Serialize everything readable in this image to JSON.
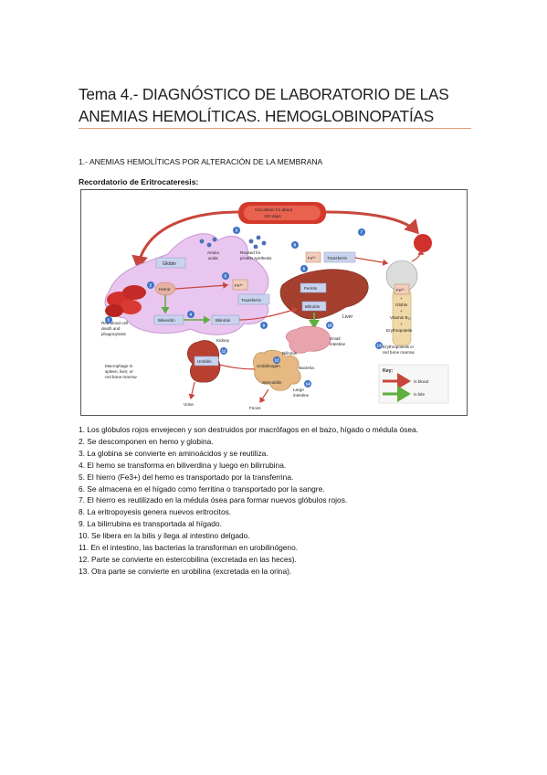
{
  "document": {
    "title": "Tema 4.- DIAGNÓSTICO DE LABORATORIO DE LAS ANEMIAS HEMOLÍTICAS. HEMOGLOBINOPATÍAS",
    "section_heading": "1.- ANEMIAS HEMOLÍTICAS POR ALTERACIÓN DE LA MEMBRANA",
    "subheading": "Recordatorio de Eritrocateresis:"
  },
  "figure": {
    "circulation": "Circulation for about",
    "days": "120 days",
    "globin": "Globin",
    "amino_acids_1": "Amino",
    "amino_acids_2": "acids",
    "reused_1": "Reused for",
    "reused_2": "protein synthesis",
    "heme": "Heme",
    "fe_1": "Fe³⁺",
    "fe_2": "Fe³⁺",
    "fe_3": "Fe³⁺",
    "transferrin_1": "Transferrin",
    "transferrin_2": "Transferrin",
    "ferritin": "Ferritin",
    "biliverdin": "Biliverdin",
    "bilirubin_1": "Bilirubin",
    "bilirubin_2": "Bilirubin",
    "bilirubin_3": "Bilirubin",
    "liver": "Liver",
    "rbc_1": "Red blood cell",
    "rbc_2": "death and",
    "rbc_3": "phagocytosis",
    "small_intestine_1": "Small",
    "small_intestine_2": "intestine",
    "kidney": "Kidney",
    "urobilin": "Urobilin",
    "urobilinogen": "Urobilinogen",
    "bacteria": "Bacteria",
    "stercobilin": "Stercobilin",
    "macrophage_1": "Macrophage in",
    "macrophage_2": "spleen, liver, or",
    "macrophage_3": "red bone marrow",
    "large_intestine_1": "Large",
    "large_intestine_2": "intestine",
    "urine": "Urine",
    "feces": "Feces",
    "globin_right": "Globin",
    "vitamin": "Vitamin B₁₂",
    "erythropoietin": "Erythropoietin",
    "plus_1": "+",
    "plus_2": "+",
    "plus_3": "+",
    "erythropoiesis_1": "Erythropoiesis in",
    "erythropoiesis_2": "red bone marrow",
    "key_title": "Key:",
    "key_blood": "in blood",
    "key_bile": "in bile",
    "steps": [
      "1",
      "2",
      "3",
      "4",
      "5",
      "6",
      "7",
      "8",
      "9",
      "10",
      "11",
      "12",
      "13",
      "14"
    ],
    "colors": {
      "arrow_blood": "#c8463c",
      "arrow_bile": "#5fae3e",
      "label_box": "#c9d3ee",
      "step_circle": "#3f73c6"
    }
  },
  "list": [
    "1. Los glóbulos rojos envejecen y son destruidos por macrófagos en el bazo, hígado o médula ósea.",
    "2. Se descomponen en hemo y globina.",
    "3. La globina se convierte en aminoácidos y se reutiliza.",
    "4. El hemo se transforma en biliverdina y luego en bilirrubina.",
    "5. El hierro (Fe3+) del hemo es transportado por la transferrina.",
    "6. Se almacena en el hígado como ferritina o transportado por la sangre.",
    "7. El hierro es reutilizado en la médula ósea para formar nuevos glóbulos rojos.",
    "8. La eritropoyesis genera nuevos eritrocitos.",
    "9. La bilirrubina es transportada al hígado.",
    "10. Se libera en la bilis y llega al intestino delgado.",
    "11. En el intestino, las bacterias la transforman en urobilinógeno.",
    "12. Parte se convierte en estercobilina (excretada en las heces).",
    "13. Otra parte se convierte en urobilina (excretada en la orina)."
  ]
}
